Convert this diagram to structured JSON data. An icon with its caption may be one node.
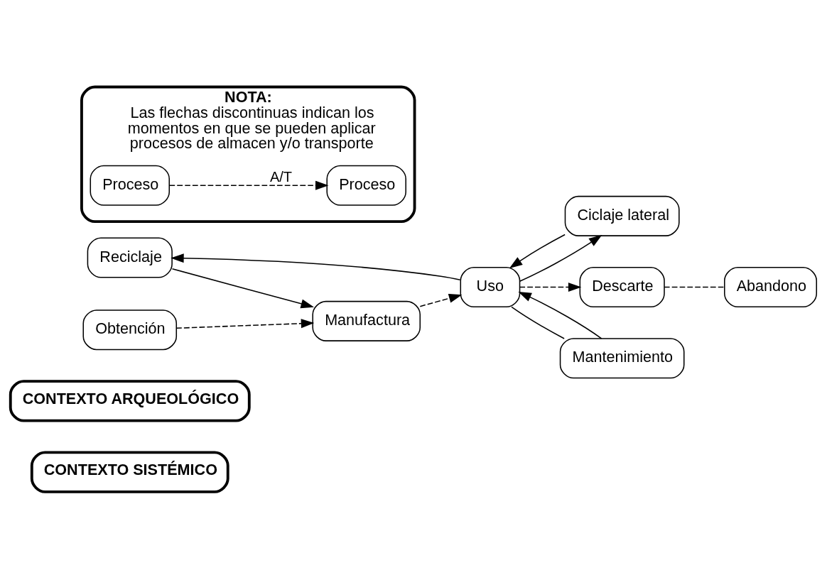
{
  "diagram": {
    "nodes": [
      {
        "text": [
          "CONTEXTO SISTÉMICO"
        ]
      },
      {
        "text": [
          "CONTEXTO ARQUEOLÓGICO"
        ]
      },
      {
        "text": [
          "Reciclaje"
        ]
      },
      {
        "text": [
          "Ciclaje lateral"
        ]
      },
      {
        "text": [
          "Obtención"
        ]
      },
      {
        "text": [
          "Manufactura"
        ]
      },
      {
        "text": [
          "Uso"
        ]
      },
      {
        "text": [
          "Descarte"
        ]
      },
      {
        "text": [
          "Abandono"
        ]
      },
      {
        "text": [
          "Mantenimiento"
        ]
      },
      {
        "text": [
          "NOTA:",
          "Las flechas discontinuas indican los momentos en que se pueden aplicar procesos de almacen y/o transporte"
        ]
      },
      {
        "text": [
          "Proceso"
        ],
        "in": 10
      },
      {
        "text": [
          "Proceso"
        ],
        "in": 10
      }
    ],
    "edges": [
      {
        "from": 4,
        "to": 5,
        "arrow": "to",
        "style": "dashed"
      },
      {
        "from": 5,
        "to": 6,
        "arrow": "to",
        "style": "dashed"
      },
      {
        "from": 6,
        "to": 7,
        "arrow": "to",
        "style": "dashed"
      },
      {
        "from": 7,
        "to": 8,
        "arrow": "none",
        "style": "dashed"
      },
      {
        "from": 2,
        "to": 5,
        "arrow": "to"
      },
      {
        "from": 3,
        "to": 6,
        "arrow": "to"
      },
      {
        "from": 9,
        "to": 6,
        "arrow": "to"
      },
      {
        "from": 6,
        "to": 2,
        "arrow": "to"
      },
      {
        "from": 6,
        "to": 3,
        "arrow": "to"
      },
      {
        "from": 6,
        "to": 9,
        "arrow": "none"
      },
      {
        "from": 11,
        "to": 12,
        "label": "A/T",
        "arrow": "to",
        "style": "dashed"
      }
    ]
  }
}
